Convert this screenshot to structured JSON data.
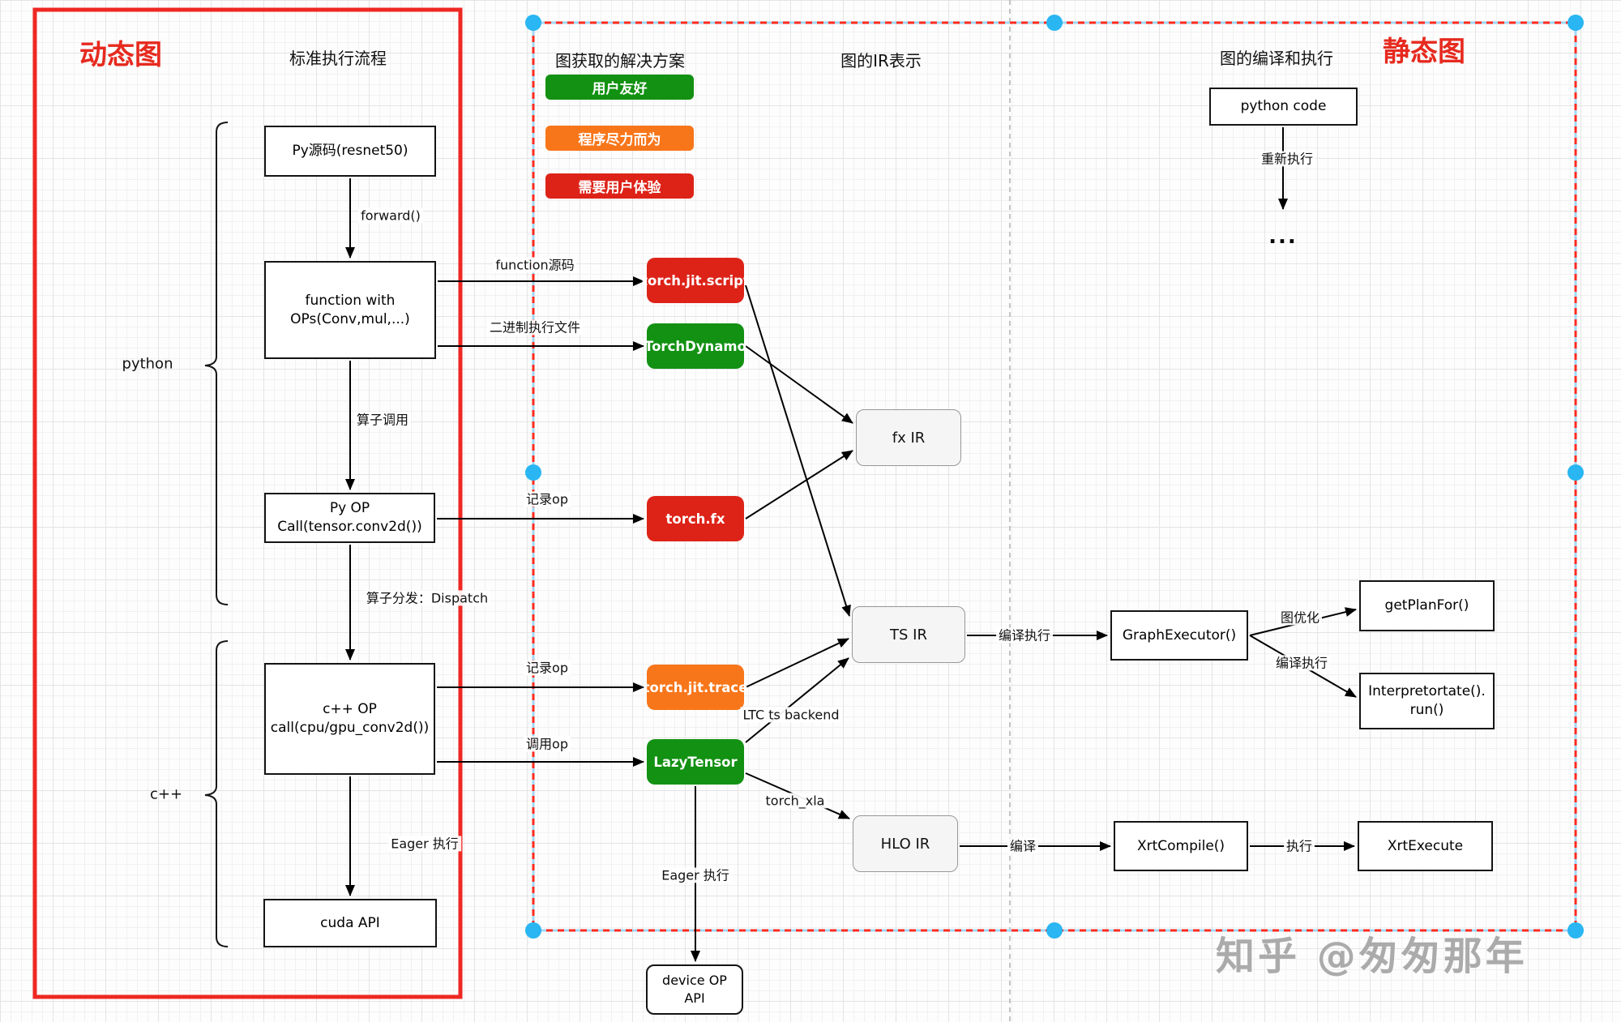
{
  "titles": {
    "dynamic_graph": "动态图",
    "static_graph": "静态图"
  },
  "column_headers": {
    "standard_flow": "标准执行流程",
    "graph_capture": "图获取的解决方案",
    "graph_ir": "图的IR表示",
    "graph_compile_exec": "图的编译和执行"
  },
  "legend": {
    "user_friendly": {
      "label": "用户友好",
      "color": "#129112"
    },
    "best_effort": {
      "label": "程序尽力而为",
      "color": "#f8761a"
    },
    "needs_user_experience": {
      "label": "需要用户体验",
      "color": "#dd2318"
    }
  },
  "group_labels": {
    "python": "python",
    "cpp": "c++"
  },
  "nodes": {
    "py_source": "Py源码(resnet50)",
    "function_ops": "function with OPs(Conv,mul,...)",
    "py_op_call": "Py OP Call(tensor.conv2d())",
    "cpp_op_call": "c++ OP call(cpu/gpu_conv2d())",
    "cuda_api": "cuda API",
    "torch_jit_script": "torch.jit.script",
    "torchdynamo": "TorchDynamo",
    "torch_fx": "torch.fx",
    "torch_jit_trace": "torch.jit.trace",
    "lazytensor": "LazyTensor",
    "fx_ir": "fx IR",
    "ts_ir": "TS IR",
    "hlo_ir": "HLO IR",
    "python_code": "python code",
    "ellipsis": "...",
    "graph_executor": "GraphExecutor()",
    "get_plan_for": "getPlanFor()",
    "interpreter_run": "Interpretortate(). run()",
    "xrt_compile": "XrtCompile()",
    "xrt_execute": "XrtExecute",
    "device_op_api": "device OP API"
  },
  "edge_labels": {
    "forward": "forward()",
    "op_invoke": "算子调用",
    "dispatch": "算子分发：Dispatch",
    "eager_exec_cpp": "Eager 执行",
    "function_source": "function源码",
    "binary_exec_file": "二进制执行文件",
    "record_op_fx": "记录op",
    "record_op_trace": "记录op",
    "call_op": "调用op",
    "eager_exec_lazy": "Eager 执行",
    "ltc_ts_backend": "LTC ts backend",
    "torch_xla": "torch_xla",
    "compile_exec_ts": "编译执行",
    "rerun": "重新执行",
    "graph_opt": "图优化",
    "compile_exec_ge": "编译执行",
    "compile": "编译",
    "exec": "执行"
  },
  "watermark": "知乎 @匆匆那年",
  "colors": {
    "node_red": "#dd2318",
    "node_green": "#129112",
    "node_orange": "#f8761a",
    "ir_fill": "#f5f5f5",
    "ir_border": "#979797",
    "frame_red": "#ee2822",
    "selection_red": "#ff2a1e",
    "selection_blue": "#9fd8f7",
    "handle_blue": "#29b6f2",
    "watermark_gray": "#a5a5a5"
  }
}
